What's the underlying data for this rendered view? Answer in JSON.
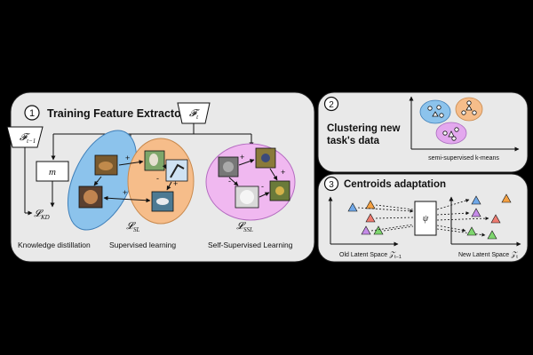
{
  "panel1": {
    "number": "1",
    "title": "Training Feature Extractor",
    "f_prev": "𝓕",
    "f_prev_sub": "t−1",
    "f_curr": "𝓕",
    "f_curr_sub": "t",
    "m_box": "m",
    "l_kd": "𝓛",
    "l_kd_sub": "KD",
    "l_sl": "𝓛",
    "l_sl_sub": "SL",
    "l_ssl": "𝓛",
    "l_ssl_sub": "SSL",
    "caption_kd": "Knowledge distillation",
    "caption_sl": "Supervised learning",
    "caption_ssl": "Self-Supervised Learning",
    "plus": "+",
    "minus": "-"
  },
  "panel2": {
    "number": "2",
    "title_line1": "Clustering new",
    "title_line2": "task's data",
    "axis_caption": "semi-supervised k-means"
  },
  "panel3": {
    "number": "3",
    "title": "Centroids adaptation",
    "psi": "ψ",
    "old_space": "Old Latent Space ",
    "old_space_sym": "𝒵",
    "old_space_sub": "t−1",
    "new_space": "New Latent Space ",
    "new_space_sym": "𝒵",
    "new_space_sub": "t"
  },
  "colors": {
    "panel_bg": "#e9e9e9",
    "blue": "#8cc3ec",
    "orange": "#f6bd8a",
    "pink": "#f0b8f0",
    "green": "#7ed66e",
    "purple": "#c58be8",
    "red": "#ee7b70",
    "tri_orange": "#f5a142",
    "tri_blue": "#6fa8e8"
  }
}
